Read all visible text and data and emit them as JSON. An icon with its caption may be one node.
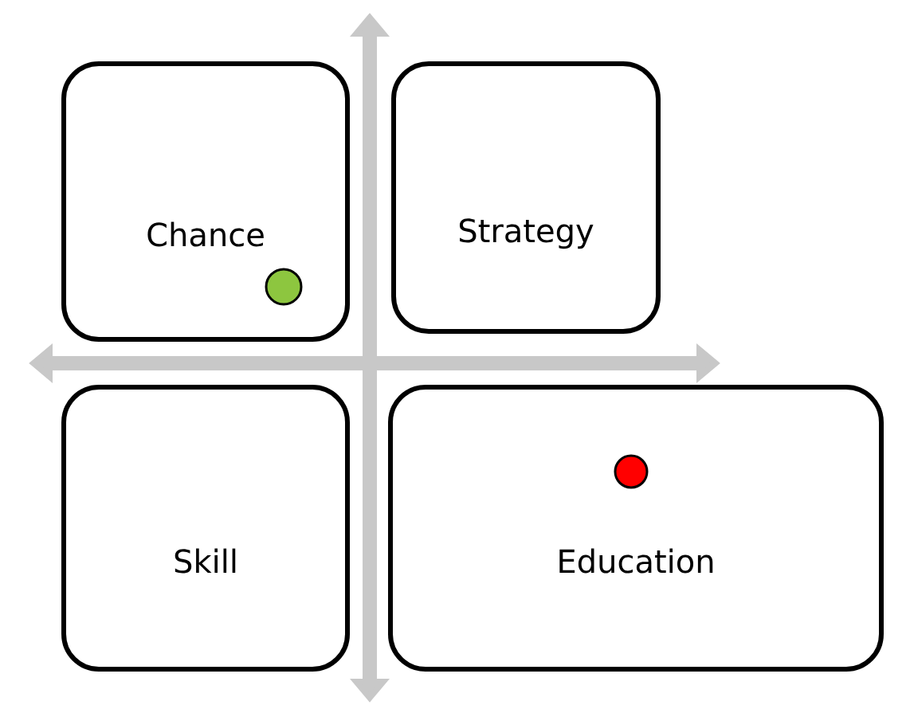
{
  "diagram": {
    "nodes": [
      {
        "text": [
          "Chance"
        ]
      },
      {
        "text": [
          "Strategy"
        ]
      },
      {
        "text": [
          "Skill"
        ]
      },
      {
        "text": [
          "Education"
        ]
      }
    ]
  }
}
